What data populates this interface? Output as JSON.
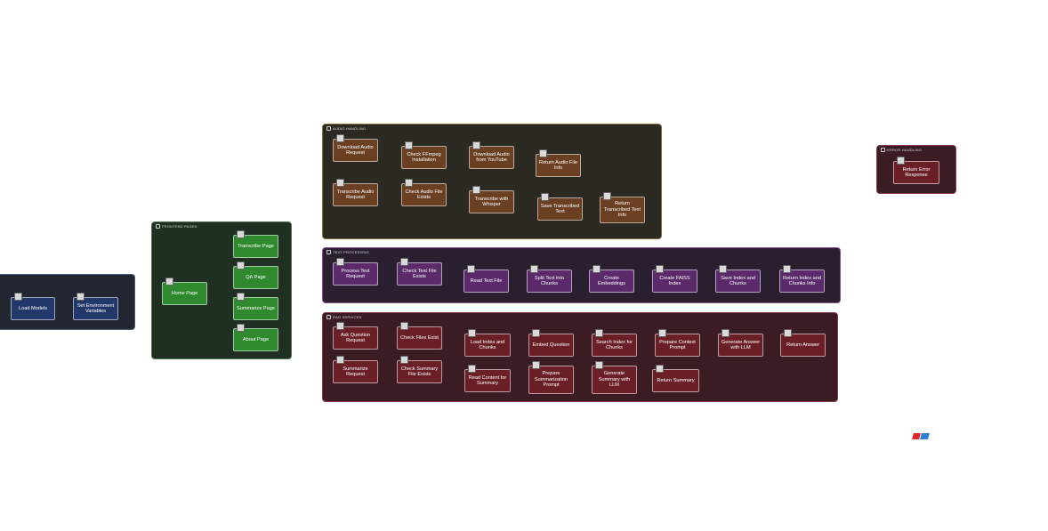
{
  "colors": {
    "frontend_group": "#1f2f22",
    "frontend_node": "#2f8a2f",
    "audio_group": "#2b2a22",
    "audio_node": "#6a3f22",
    "text_group": "#2a1f2e",
    "text_node": "#5a2a6a",
    "rag_group": "#3a1c22",
    "rag_node": "#6a1f26",
    "error_group": "#3a1c22",
    "error_node": "#6a1f26",
    "init_group": "#222630",
    "init_node": "#22386a",
    "edge": "#bfbfbf",
    "logo_red": "#e0262f",
    "logo_blue": "#2a7fd4"
  },
  "groups": {
    "frontend": "FRONTEND PAGES",
    "audio": "AUDIO HANDLING",
    "text": "TEXT PROCESSING",
    "rag": "RAG SERVICES",
    "error": "ERROR HANDLING"
  },
  "nodes": {
    "load_models": "Load Models",
    "set_env": "Set Environment Variables",
    "home_page": "Home Page",
    "transcribe_page": "Transcribe Page",
    "qa_page": "QA Page",
    "summarize_page": "Summarize Page",
    "about_page": "About Page",
    "download_audio_request": "Download Audio Request",
    "check_ffmpeg": "Check FFmpeg Installation",
    "download_youtube": "Download Audio from YouTube",
    "return_audio_info": "Return Audio File Info",
    "transcribe_audio_request": "Transcribe Audio Request",
    "check_audio_exists": "Check Audio File Exists",
    "transcribe_whisper": "Transcribe with Whisper",
    "save_transcribed": "Save Transcribed Text",
    "return_transcribed": "Return Transcribed Text Info",
    "process_text_request": "Process Text Request",
    "check_text_exists": "Check Text File Exists",
    "read_text_file": "Read Text File",
    "split_text": "Split Text into Chunks",
    "create_embeddings": "Create Embeddings",
    "create_faiss": "Create FAISS Index",
    "save_index_chunks": "Save Index and Chunks",
    "return_index_info": "Return Index and Chunks Info",
    "ask_question_request": "Ask Question Request",
    "check_files_exist": "Check Files Exist",
    "load_index_chunks": "Load Index and Chunks",
    "embed_question": "Embed Question",
    "search_index": "Search Index for Chunks",
    "prepare_context": "Prepare Context Prompt",
    "generate_answer": "Generate Answer with LLM",
    "return_answer": "Return Answer",
    "summarize_request": "Summarize Request",
    "check_summary_exists": "Check Summary File Exists",
    "read_content_summary": "Read Content for Summary",
    "prepare_summarization": "Prepare Summarization Prompt",
    "generate_summary": "Generate Summary with LLM",
    "return_summary": "Return Summary",
    "return_error": "Return Error Response"
  }
}
